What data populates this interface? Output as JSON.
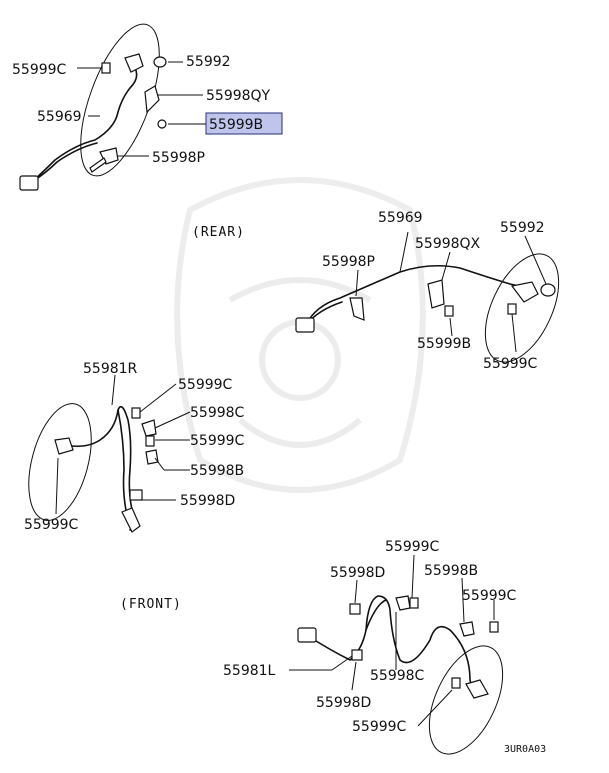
{
  "title": "",
  "sections": {
    "rear": "(REAR)",
    "front": "(FRONT)"
  },
  "diagram_code": "3UR0A03",
  "highlighted_part": "55999B",
  "callouts": {
    "rl_55999c": "55999C",
    "rl_55992": "55992",
    "rl_55998qy": "55998QY",
    "rl_55999b": "55999B",
    "rl_55969": "55969",
    "rl_55998p": "55998P",
    "rr_55969": "55969",
    "rr_55998qx": "55998QX",
    "rr_55992": "55992",
    "rr_55998p": "55998P",
    "rr_55999b": "55999B",
    "rr_55999c": "55999C",
    "fr_55981r": "55981R",
    "fr_55999c_a": "55999C",
    "fr_55998c": "55998C",
    "fr_55999c_b": "55999C",
    "fr_55998b": "55998B",
    "fr_55998d": "55998D",
    "fr_55999c_c": "55999C",
    "fl_55999c_a": "55999C",
    "fl_55998d_a": "55998D",
    "fl_55998b": "55998B",
    "fl_55999c_b": "55999C",
    "fl_55981l": "55981L",
    "fl_55998c": "55998C",
    "fl_55998d_b": "55998D",
    "fl_55999c_c": "55999C"
  }
}
